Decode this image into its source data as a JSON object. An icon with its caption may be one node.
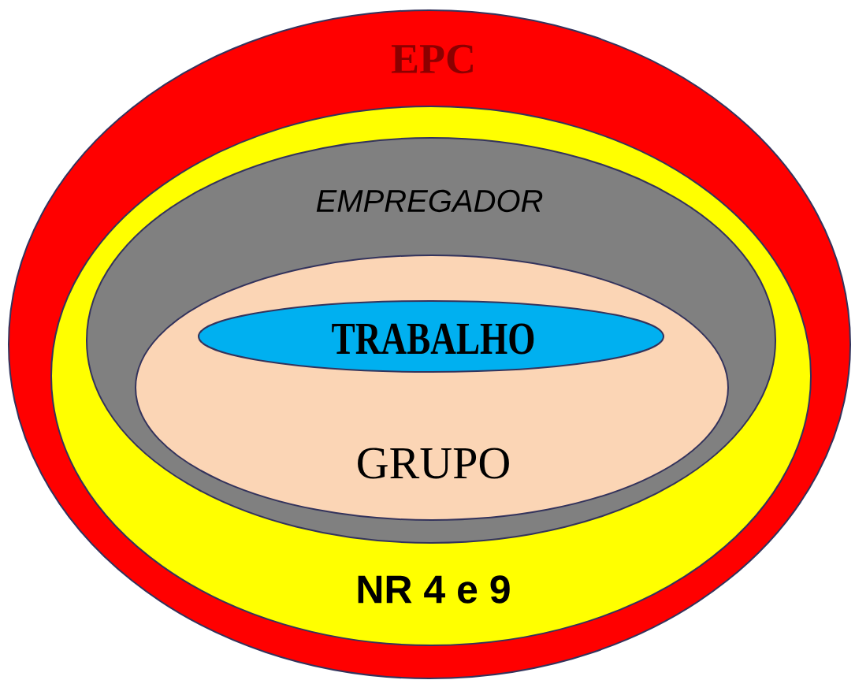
{
  "diagram": {
    "nodes": [
      {
        "text": [
          "EPC"
        ]
      },
      {
        "text": [
          "NR 4 e 9"
        ],
        "in": 0
      },
      {
        "text": [
          "EMPREGADOR"
        ],
        "in": 1
      },
      {
        "text": [
          "GRUPO"
        ],
        "in": 2
      },
      {
        "text": [
          "TRABALHO"
        ],
        "in": 3
      }
    ]
  }
}
